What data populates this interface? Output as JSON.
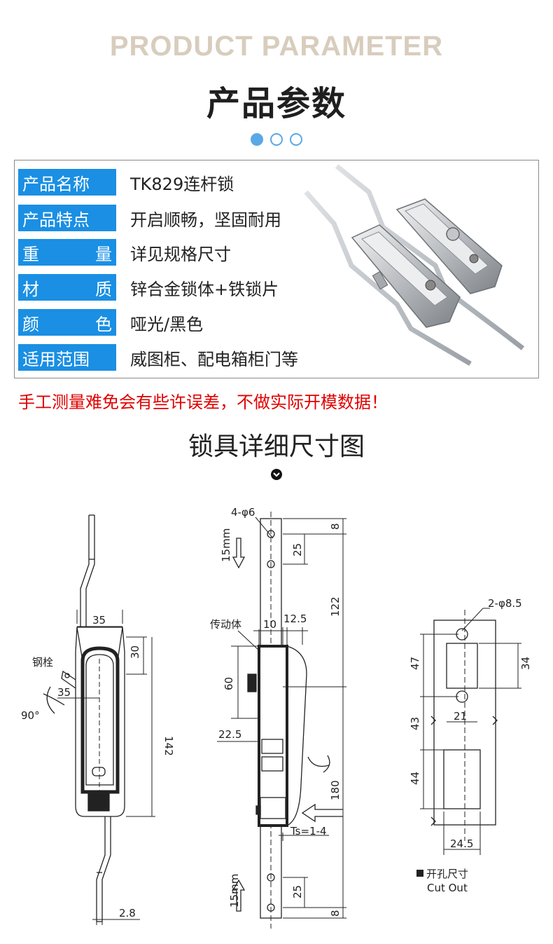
{
  "header": {
    "title_en": "PRODUCT PARAMETER",
    "title_cn": "产品参数"
  },
  "params": [
    {
      "label": "产品名称",
      "value": "TK829连杆锁"
    },
    {
      "label": "产品特点",
      "value": "开启顺畅，坚固耐用"
    },
    {
      "label_chars": [
        "重",
        "量"
      ],
      "value": "详见规格尺寸"
    },
    {
      "label_chars": [
        "材",
        "质"
      ],
      "value": "锌合金锁体+铁锁片"
    },
    {
      "label_chars": [
        "颜",
        "色"
      ],
      "value": "哑光/黑色"
    },
    {
      "label": "适用范围",
      "value": "威图柜、配电箱柜门等"
    }
  ],
  "warning": "手工测量难免会有些许误差，不做实际开模数据！",
  "section_title": "锁具详细尺寸图",
  "colors": {
    "accent": "#1a8fe3",
    "dot": "#5aa8e6",
    "warning": "#e00000",
    "header_en": "#d8cdbd"
  },
  "drawing": {
    "left_view": {
      "dim_top_width": "35",
      "dim_30": "30",
      "dim_142": "142",
      "dim_35": "35",
      "label_pin": "钢栓",
      "rotation": "90°",
      "thickness": "2.8"
    },
    "middle_view": {
      "holes": "4-φ6",
      "dim_8_top": "8",
      "dim_25_top": "25",
      "stroke_top": "15mm",
      "dim_122": "122",
      "label_body": "传动体",
      "dim_10": "10",
      "dim_12_5": "12.5",
      "dim_60": "60",
      "dim_22_5": "22.5",
      "dim_180": "180",
      "ts": "Ts=1-4",
      "stroke_bottom": "15mm",
      "dim_25_bottom": "25",
      "dim_8_bottom": "8"
    },
    "right_view": {
      "holes": "2-φ8.5",
      "dim_47": "47",
      "dim_34": "34",
      "dim_43": "43",
      "dim_21": "21",
      "dim_44": "44",
      "dim_24_5": "24.5",
      "legend_cn": "开孔尺寸",
      "legend_en": "Cut Out"
    }
  }
}
